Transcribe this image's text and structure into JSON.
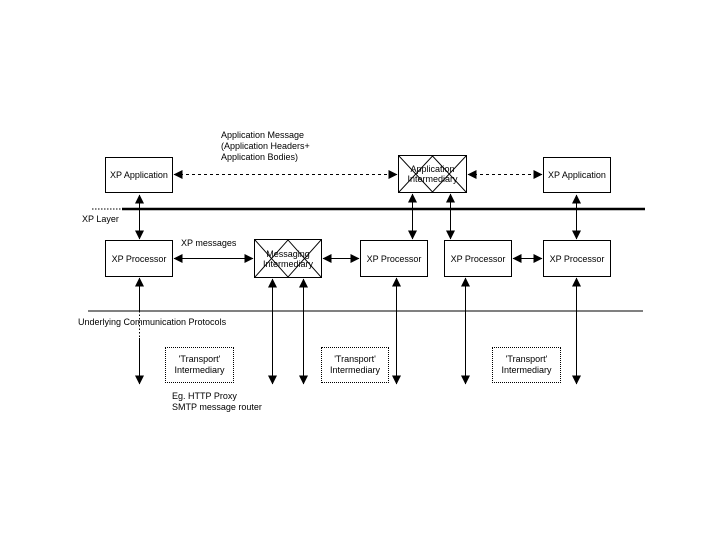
{
  "canvas": {
    "background": "#ffffff",
    "ink": "#000000"
  },
  "notes": {
    "application_message": [
      "Application Message",
      "(Application Headers+",
      "Application Bodies)"
    ],
    "xp_messages": "XP messages",
    "example": [
      "Eg. HTTP Proxy",
      "SMTP message router"
    ]
  },
  "layers": {
    "xp_layer_label": "XP Layer",
    "underlying_label": "Underlying Communication Protocols"
  },
  "boxes": {
    "xp_application_left": {
      "label": "XP Application"
    },
    "application_intermediary": {
      "lines": [
        "Application",
        "Intermediary"
      ]
    },
    "xp_application_right": {
      "label": "XP Application"
    },
    "xp_processor_1": {
      "label": "XP Processor"
    },
    "messaging_intermediary": {
      "lines": [
        "Messaging",
        "Intermediary"
      ]
    },
    "xp_processor_2": {
      "label": "XP Processor"
    },
    "xp_processor_3": {
      "label": "XP Processor"
    },
    "xp_processor_4": {
      "label": "XP Processor"
    },
    "transport_intermediary_1": {
      "lines": [
        "'Transport'",
        "Intermediary"
      ]
    },
    "transport_intermediary_2": {
      "lines": [
        "'Transport'",
        "Intermediary"
      ]
    },
    "transport_intermediary_3": {
      "lines": [
        "'Transport'",
        "Intermediary"
      ]
    }
  }
}
